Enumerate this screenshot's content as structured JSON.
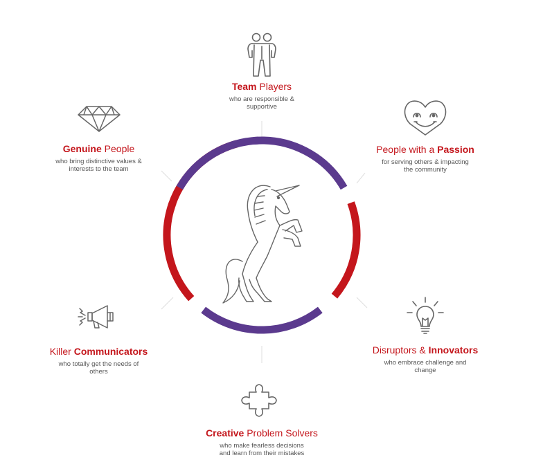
{
  "colors": {
    "red": "#c4161c",
    "purple": "#5b3a8e",
    "icon": "#666666",
    "text": "#555555"
  },
  "center_icon": "rearing-unicorn-icon",
  "traits": [
    {
      "id": "team",
      "icon": "two-people-icon",
      "bold": "Team",
      "rest": " Players",
      "bold_first": true,
      "desc": [
        "who are responsible &",
        "supportive"
      ]
    },
    {
      "id": "passion",
      "icon": "smiling-heart-icon",
      "bold": "Passion",
      "rest": "People with a ",
      "bold_first": false,
      "desc": [
        "for serving others & impacting",
        "the community"
      ]
    },
    {
      "id": "innovators",
      "icon": "lightbulb-icon",
      "bold": "Innovators",
      "rest": "Disruptors & ",
      "bold_first": false,
      "desc": [
        "who embrace challenge and",
        "change"
      ]
    },
    {
      "id": "creative",
      "icon": "puzzle-piece-icon",
      "bold": "Creative",
      "rest": " Problem Solvers",
      "bold_first": true,
      "desc": [
        "who make fearless decisions",
        "and learn from their mistakes"
      ]
    },
    {
      "id": "communicators",
      "icon": "megaphone-icon",
      "bold": "Communicators",
      "rest": "Killer ",
      "bold_first": false,
      "desc": [
        "who totally get the needs of",
        "others"
      ]
    },
    {
      "id": "genuine",
      "icon": "diamond-icon",
      "bold": "Genuine",
      "rest": " People",
      "bold_first": true,
      "desc": [
        "who bring distinctive values &",
        "interests to the team"
      ]
    }
  ]
}
